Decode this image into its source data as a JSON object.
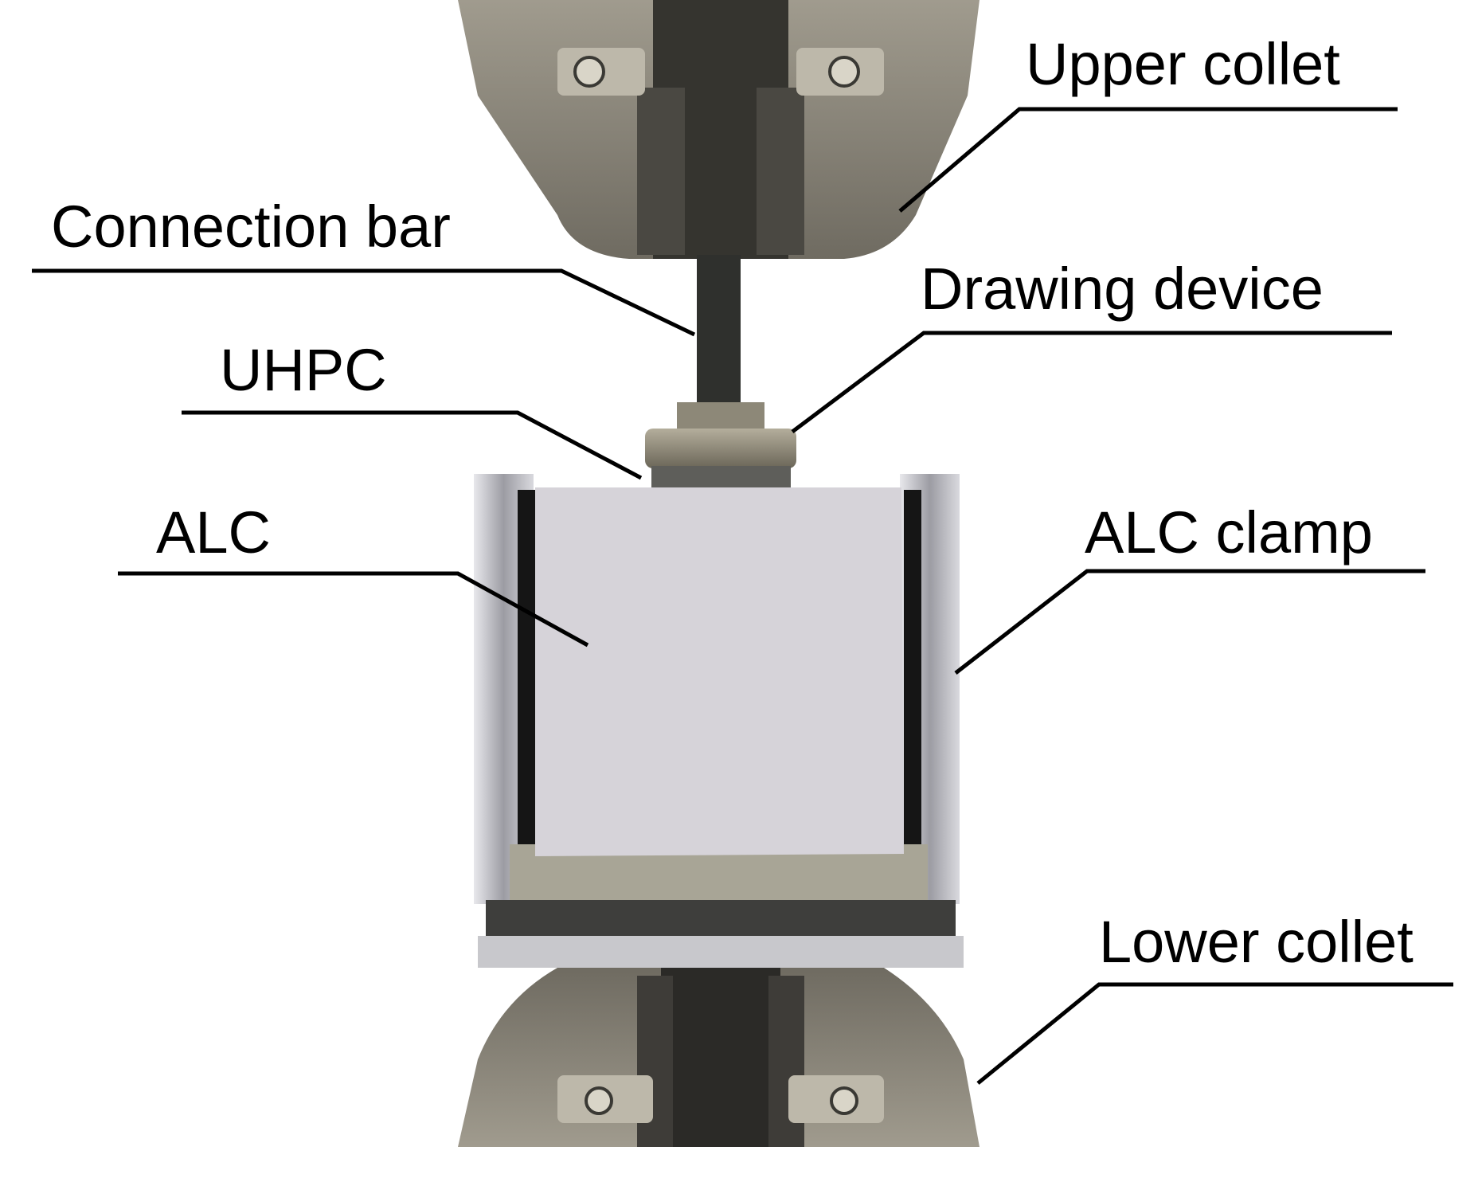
{
  "figure": {
    "labels": {
      "upper_collet": "Upper collet",
      "connection_bar": "Connection bar",
      "drawing_device": "Drawing device",
      "uhpc": "UHPC",
      "alc": "ALC",
      "alc_clamp": "ALC clamp",
      "lower_collet": "Lower collet"
    },
    "colors": {
      "collet_body": "#8c877a",
      "collet_dark": "#2b2a27",
      "specimen": "#d6d3d9",
      "clamp_metal": "#b9b9bf",
      "bar": "#2f302d",
      "leader_line": "#000000"
    }
  }
}
